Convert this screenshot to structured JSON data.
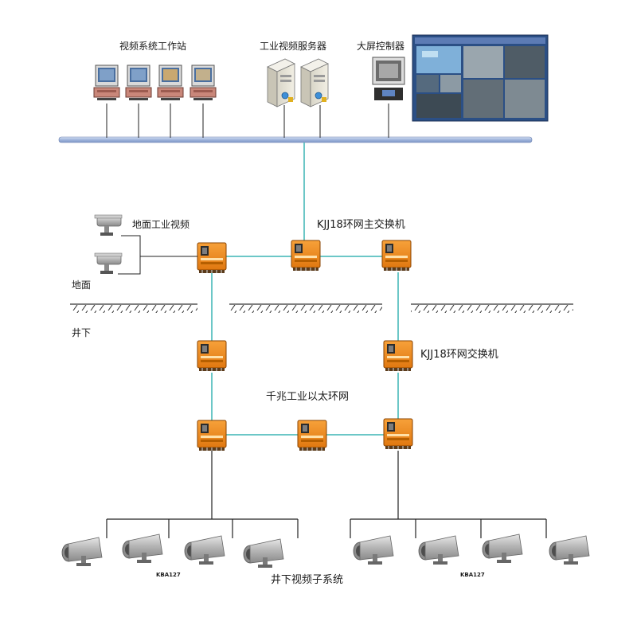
{
  "labels": {
    "workstation": "视频系统工作站",
    "video_server": "工业视频服务器",
    "wall_controller": "大屏控制器",
    "surface_video": "地面工业视频",
    "main_switch": "KJJ18环网主交换机",
    "surface": "地面",
    "underground": "井下",
    "ring_switch": "KJJ18环网交换机",
    "gigabit_ring": "千兆工业以太环网",
    "underground_subsystem": "井下视频子系统",
    "camera_model_left": "KBA127",
    "camera_model_right": "KBA127"
  },
  "colors": {
    "bus": "#a9bde0",
    "ring_link": "#6cc7c7",
    "drop_line": "#222222",
    "switch_body": "#f08a1c",
    "ground_hatch": "#333333",
    "camera_body": "#b5b5b5"
  },
  "icons": {
    "workstation": "computer-monitor-icon",
    "server": "server-tower-icon",
    "wall_controller": "controller-pc-icon",
    "video_wall": "video-wall-screen-icon",
    "switch": "industrial-switch-icon",
    "surface_camera": "surface-camera-icon",
    "mine_camera": "explosion-proof-camera-icon"
  }
}
